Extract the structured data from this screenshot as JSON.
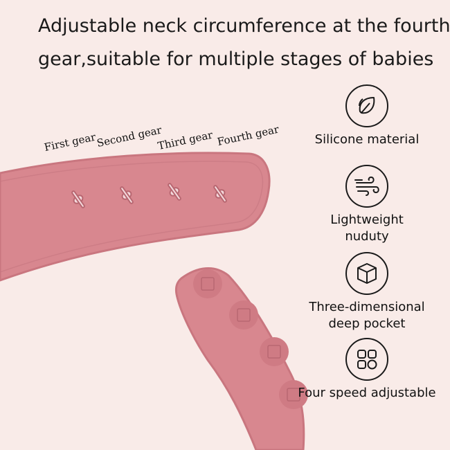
{
  "headline": {
    "line1": "Adjustable neck circumference at the fourth",
    "line2": "gear,suitable for multiple stages of babies"
  },
  "gears": [
    "First gear",
    "Second gear",
    "Third gear",
    "Fourth gear"
  ],
  "features": [
    {
      "icon": "leaf-icon",
      "label": "Silicone material"
    },
    {
      "icon": "wind-icon",
      "label": "Lightweight nuduty"
    },
    {
      "icon": "cube-icon",
      "label": "Three-dimensional deep pocket"
    },
    {
      "icon": "grid-icon",
      "label": "Four speed adjustable"
    }
  ],
  "colors": {
    "background": "#f9ebe8",
    "silicone": "#d8878f",
    "silicone_shadow": "#c9767f",
    "icon_stroke": "#1a1a1a"
  }
}
